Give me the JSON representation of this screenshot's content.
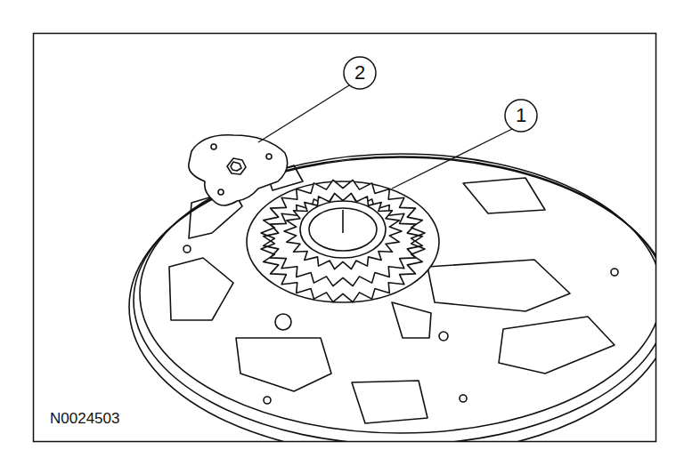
{
  "diagram": {
    "labels": [
      "2",
      "1",
      "N0024503"
    ]
  }
}
